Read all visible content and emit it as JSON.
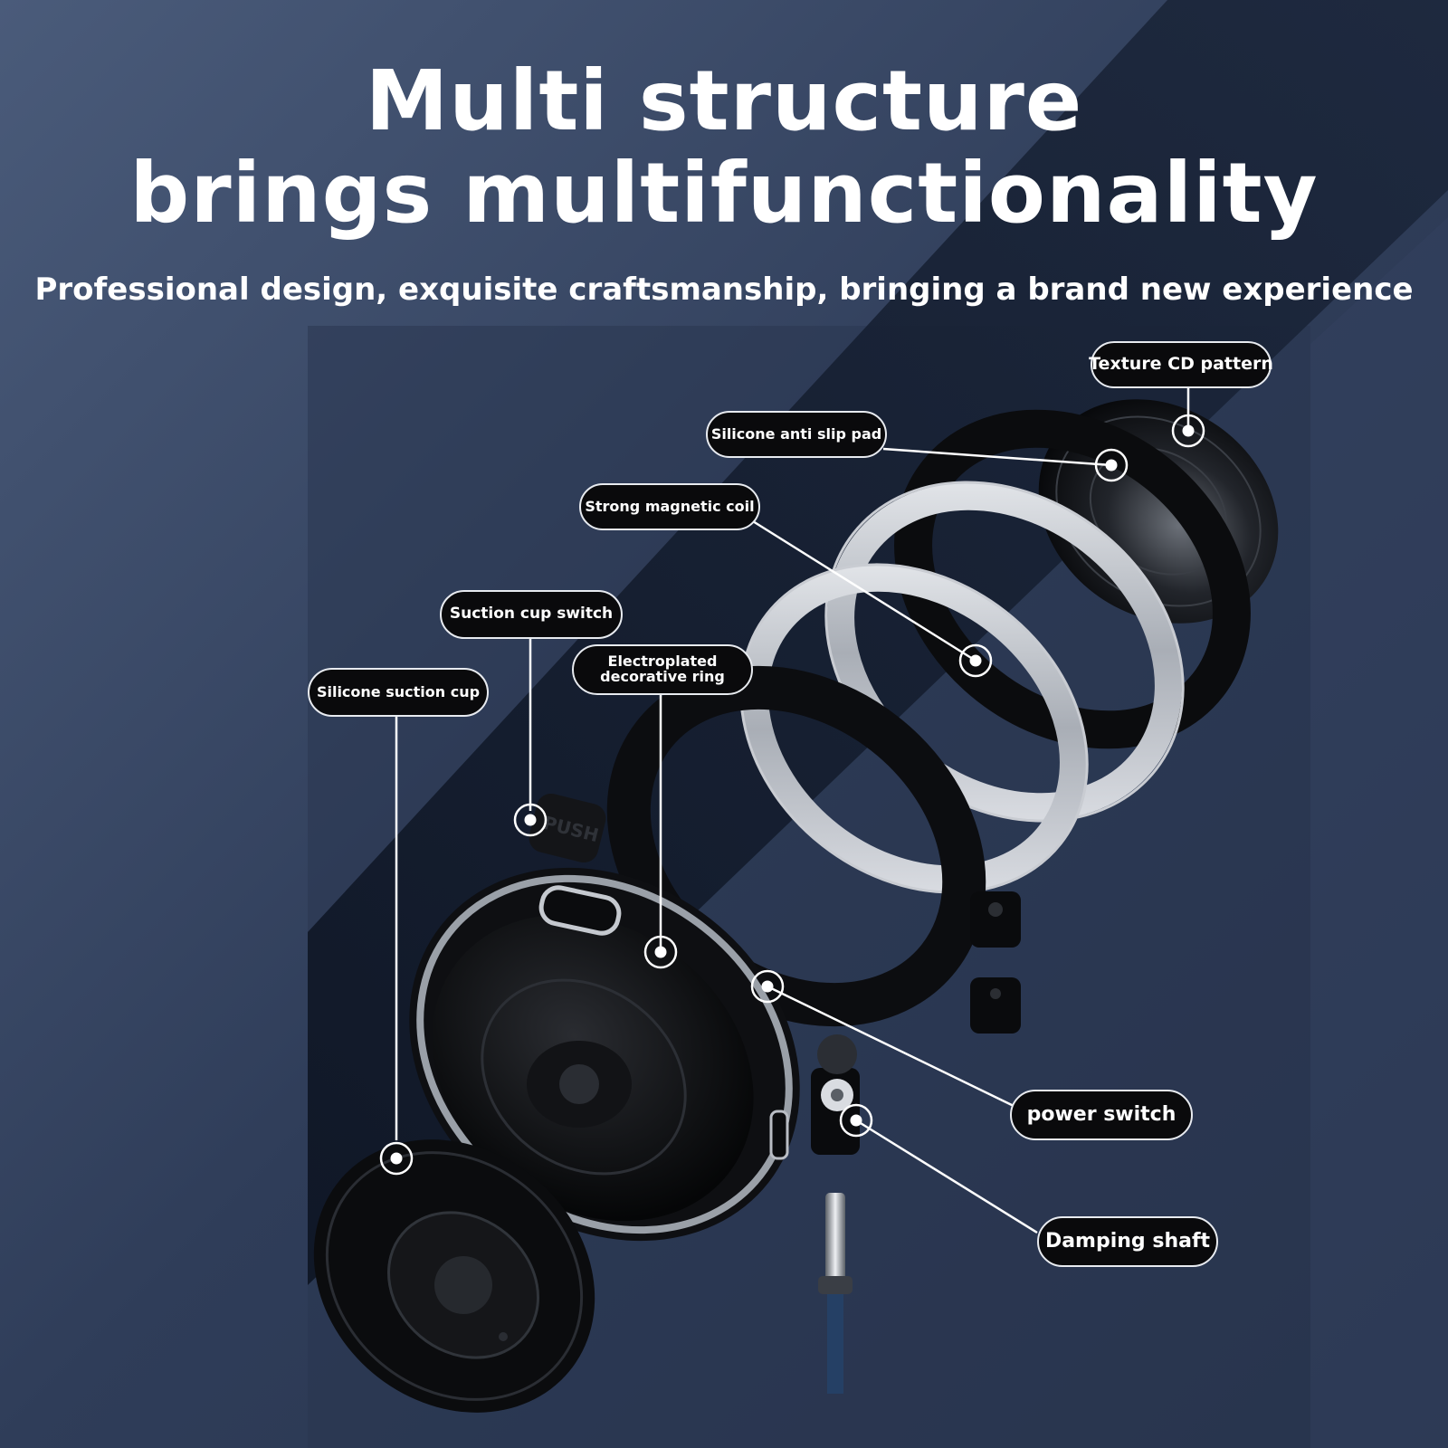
{
  "headline": {
    "line1": "Multi structure",
    "line2": "brings multifunctionality"
  },
  "subheadline": "Professional design, exquisite craftsmanship, bringing a brand new experience",
  "callouts": {
    "texture_cd_pattern": "Texture CD pattern",
    "silicone_anti_slip_pad": "Silicone anti slip pad",
    "strong_magnetic_coil": "Strong magnetic coil",
    "suction_cup_switch": "Suction cup switch",
    "electroplated_line1": "Electroplated",
    "electroplated_line2": "decorative ring",
    "silicone_suction_cup": "Silicone suction cup",
    "power_switch": "power switch",
    "damping_shaft": "Damping shaft"
  },
  "switch_cap_text": "PUSH",
  "colors": {
    "background": "#2d3a54",
    "pill_fill": "#0a0a0c",
    "pill_border": "#e8ebf0",
    "text": "#ffffff"
  }
}
